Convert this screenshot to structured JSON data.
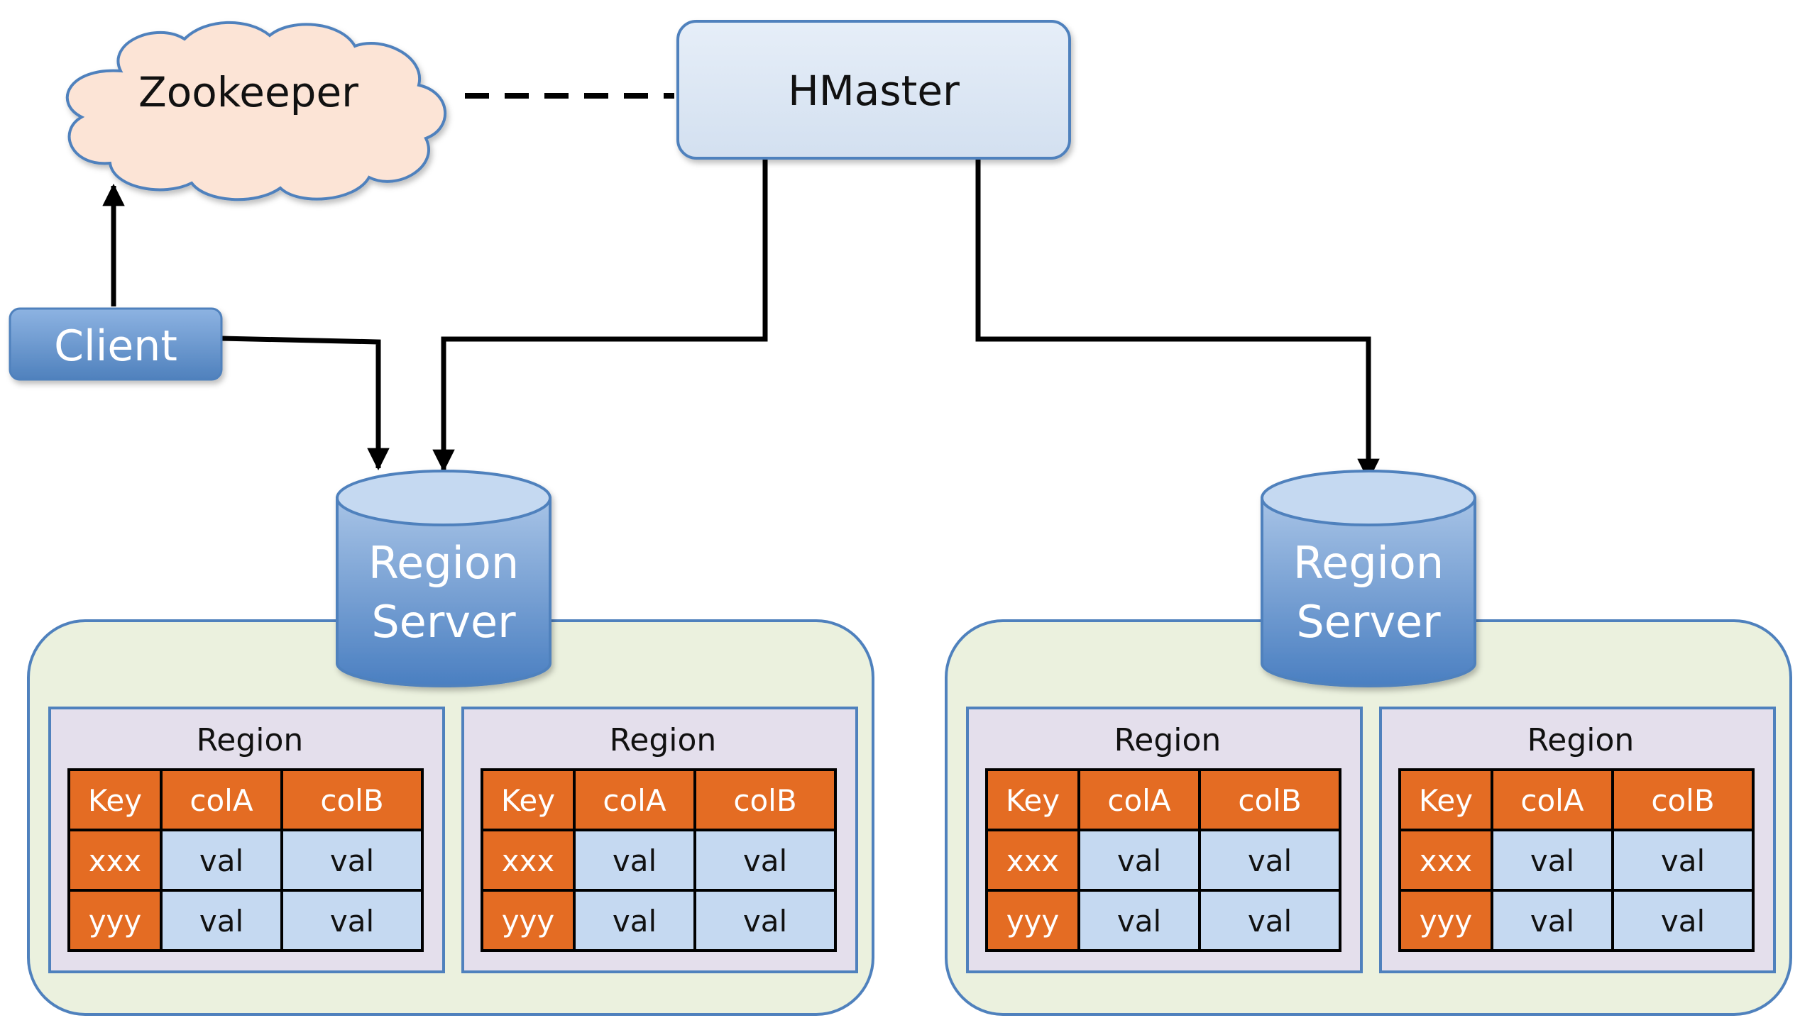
{
  "nodes": {
    "zookeeper": "Zookeeper",
    "hmaster": "HMaster",
    "client": "Client"
  },
  "region_servers": [
    {
      "label_line1": "Region",
      "label_line2": "Server",
      "regions": [
        {
          "title": "Region",
          "columns": [
            "Key",
            "colA",
            "colB"
          ],
          "rows": [
            [
              "xxx",
              "val",
              "val"
            ],
            [
              "yyy",
              "val",
              "val"
            ]
          ]
        },
        {
          "title": "Region",
          "columns": [
            "Key",
            "colA",
            "colB"
          ],
          "rows": [
            [
              "xxx",
              "val",
              "val"
            ],
            [
              "yyy",
              "val",
              "val"
            ]
          ]
        }
      ]
    },
    {
      "label_line1": "Region",
      "label_line2": "Server",
      "regions": [
        {
          "title": "Region",
          "columns": [
            "Key",
            "colA",
            "colB"
          ],
          "rows": [
            [
              "xxx",
              "val",
              "val"
            ],
            [
              "yyy",
              "val",
              "val"
            ]
          ]
        },
        {
          "title": "Region",
          "columns": [
            "Key",
            "colA",
            "colB"
          ],
          "rows": [
            [
              "xxx",
              "val",
              "val"
            ],
            [
              "yyy",
              "val",
              "val"
            ]
          ]
        }
      ]
    }
  ],
  "colors": {
    "cloud_fill": "#fce4d6",
    "hmaster_fill": "#dce6f2",
    "client_fill": "#5b9bd5",
    "server_group_fill": "#ebf1de",
    "region_fill": "#e4dfec",
    "header_fill": "#e46c23",
    "cell_fill": "#c5d9f1",
    "outline": "#4f81bd"
  }
}
